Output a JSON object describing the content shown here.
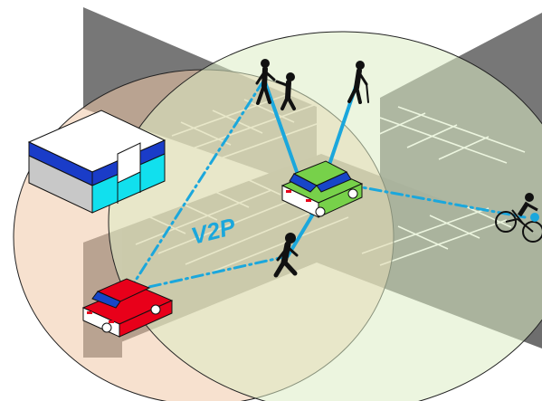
{
  "diagram": {
    "label_v2p": "V2P",
    "colors": {
      "road": "#777777",
      "road_dark": "#6a6a6a",
      "pavement": "#ffffff",
      "range_red_car": "#f0c8a8",
      "range_green_car": "#dcecc4",
      "range_border": "#222222",
      "link": "#1ba7dc",
      "red_car": "#e8001a",
      "green_car": "#77d14a",
      "windshield": "#1746c8",
      "building_roof": "#ffffff",
      "building_band": "#1a3cc8",
      "building_glass": "#11e0ee",
      "building_wall": "#c8c8c8",
      "figure": "#111111"
    },
    "entities": [
      {
        "id": "red-car",
        "icon": "red-car-icon"
      },
      {
        "id": "green-car",
        "icon": "green-car-icon"
      },
      {
        "id": "building",
        "icon": "building-icon"
      },
      {
        "id": "walking-pair",
        "icon": "walking-pair-icon"
      },
      {
        "id": "elderly-pedestrian",
        "icon": "elderly-pedestrian-icon"
      },
      {
        "id": "walking-pedestrian",
        "icon": "walking-pedestrian-icon"
      },
      {
        "id": "cyclist",
        "icon": "cyclist-icon"
      }
    ]
  }
}
